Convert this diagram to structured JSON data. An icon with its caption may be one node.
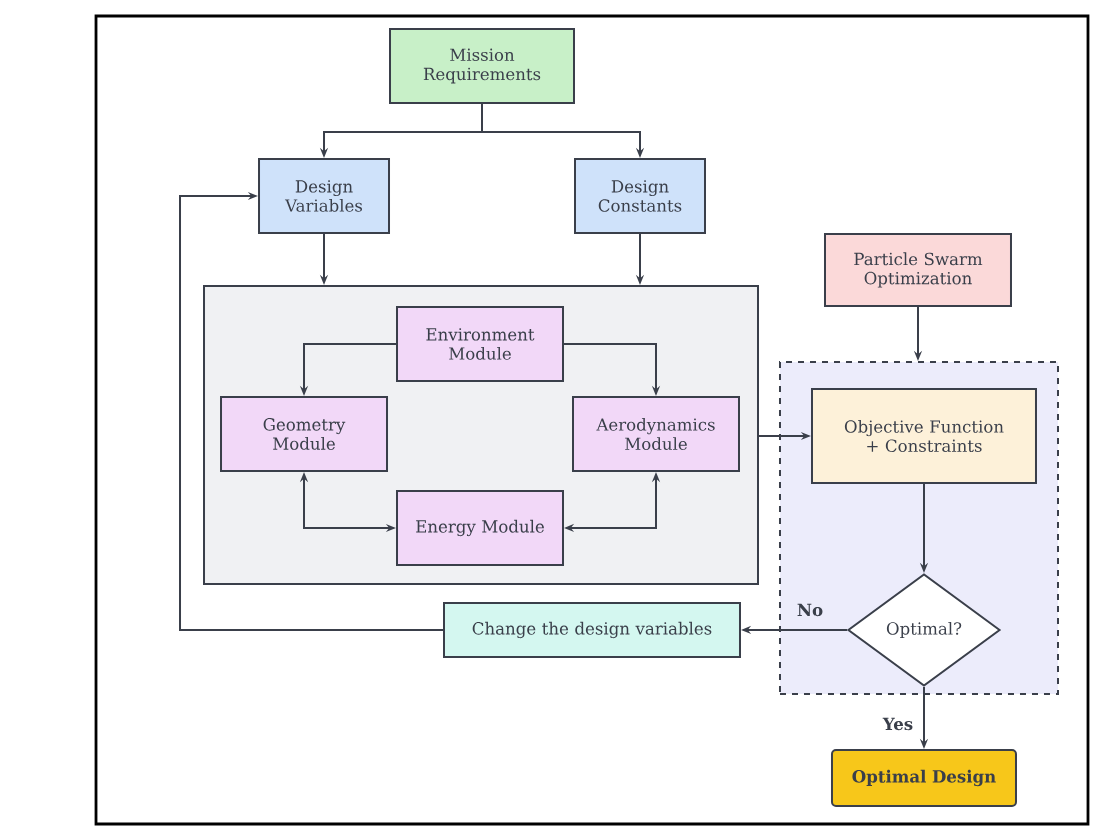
{
  "diagram": {
    "nodes": [
      {
        "text": [
          "Mission Requirements"
        ]
      },
      {
        "text": [
          "Design Variables"
        ]
      },
      {
        "text": [
          "Design Constants"
        ]
      },
      {
        "text": [
          "Particle Swarm Optimization"
        ]
      },
      {
        "text": [],
        "shape": "box"
      },
      {
        "text": [
          "Environment Module"
        ],
        "in": 4
      },
      {
        "text": [
          "Geometry Module"
        ],
        "in": 4
      },
      {
        "text": [
          "Aerodynamics Module"
        ],
        "in": 4
      },
      {
        "text": [
          "Energy Module"
        ],
        "in": 4
      },
      {
        "text": [],
        "shape": "box"
      },
      {
        "text": [
          "Objective Function + Constraints"
        ],
        "in": 9
      },
      {
        "text": [
          "Optimal?"
        ],
        "in": 9
      },
      {
        "text": [
          "Change the design variables"
        ]
      },
      {
        "text": [
          "Optimal Design"
        ]
      }
    ],
    "edges": [
      {
        "from": 0,
        "to": 1,
        "arrow": "to"
      },
      {
        "from": 0,
        "to": 2,
        "arrow": "to"
      },
      {
        "from": 1,
        "to": 4,
        "arrow": "to"
      },
      {
        "from": 2,
        "to": 4,
        "arrow": "to"
      },
      {
        "from": 5,
        "to": 6,
        "arrow": "to"
      },
      {
        "from": 5,
        "to": 7,
        "arrow": "to"
      },
      {
        "from": 6,
        "to": 8,
        "arrow": "both"
      },
      {
        "from": 7,
        "to": 8,
        "arrow": "both"
      },
      {
        "from": 4,
        "to": 10,
        "arrow": "to"
      },
      {
        "from": 3,
        "to": 9,
        "arrow": "to"
      },
      {
        "from": 10,
        "to": 11,
        "arrow": "to"
      },
      {
        "from": 11,
        "to": 12,
        "arrow": "to",
        "label": "No"
      },
      {
        "from": 12,
        "to": 1,
        "arrow": "to"
      },
      {
        "from": 11,
        "to": 13,
        "arrow": "to",
        "label": "Yes"
      }
    ]
  }
}
